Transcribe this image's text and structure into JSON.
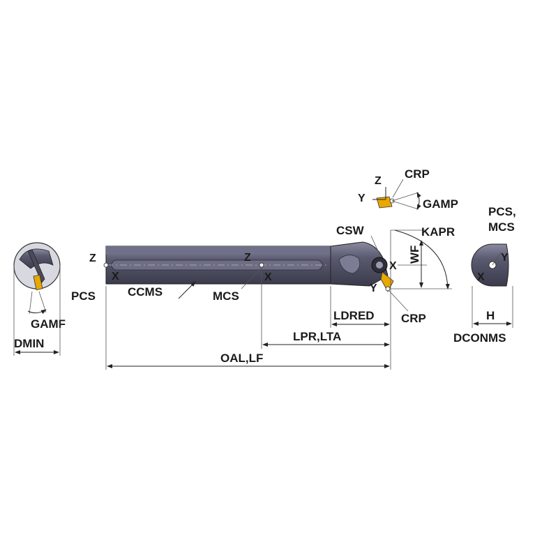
{
  "colors": {
    "body": "#55556a",
    "body_dark": "#3b3b4c",
    "body_light": "#8a8aa0",
    "insert": "#e8a800",
    "lines": "#222222"
  },
  "labels": {
    "z_left": "Z",
    "x_left": "X",
    "pcs": "PCS",
    "ccms": "CCMS",
    "z_mid": "Z",
    "x_mid": "X",
    "mcs": "MCS",
    "csw": "CSW",
    "crp_top": "CRP",
    "z_top": "Z",
    "y_top": "Y",
    "gamp": "GAMP",
    "kapr": "KAPR",
    "wf": "WF",
    "x_head": "X",
    "y_head": "Y",
    "crp_bottom": "CRP",
    "ldred": "LDRED",
    "lpr_lta": "LPR,LTA",
    "oal_lf": "OAL,LF",
    "gamf": "GAMF",
    "dmin": "DMIN",
    "pcs_mcs_1": "PCS,",
    "pcs_mcs_2": "MCS",
    "y_end": "Y",
    "x_end": "X",
    "h": "H",
    "dconms": "DCONMS"
  }
}
